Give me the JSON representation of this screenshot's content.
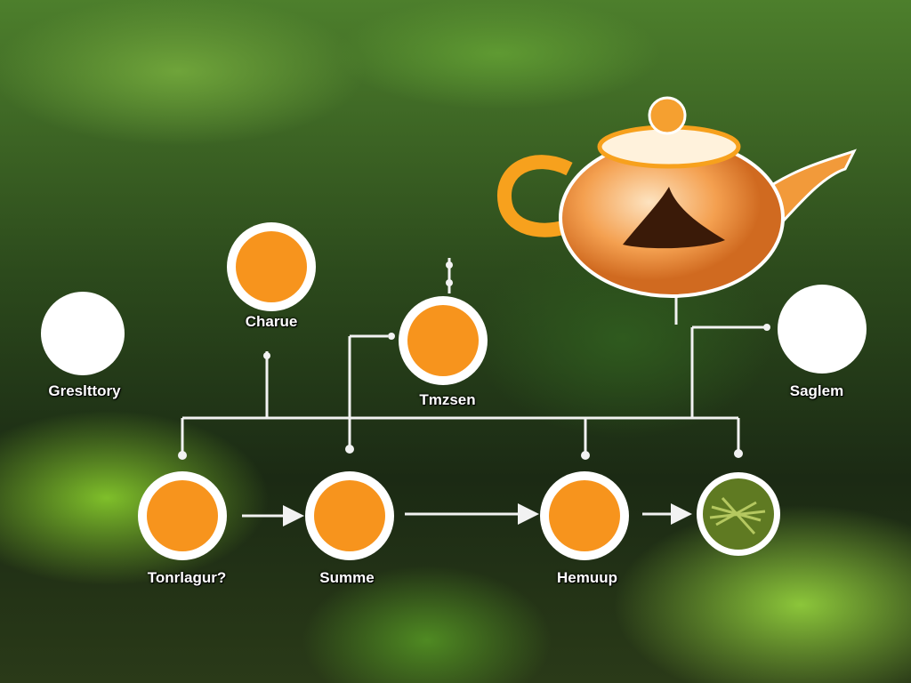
{
  "colors": {
    "accent": "#f7941d",
    "line": "#f2f2f2",
    "node_white": "#ffffff"
  },
  "nodes": {
    "top_left": {
      "label": "Greslttory",
      "icon": "blank-circle"
    },
    "top_mid_left": {
      "label": "Charue",
      "icon": "orange-circle"
    },
    "top_mid": {
      "label": "Tmzsen",
      "icon": "orange-circle"
    },
    "top_right": {
      "label": "Saglem",
      "icon": "blank-circle"
    },
    "bottom_1": {
      "label": "Tonrlagur?",
      "icon": "orange-circle"
    },
    "bottom_2": {
      "label": "Summe",
      "icon": "orange-circle"
    },
    "bottom_3": {
      "label": "Hemuup",
      "icon": "orange-circle"
    },
    "bottom_4": {
      "label": "",
      "icon": "tea-leaves"
    }
  },
  "illustration": {
    "icon": "teapot-icon"
  }
}
